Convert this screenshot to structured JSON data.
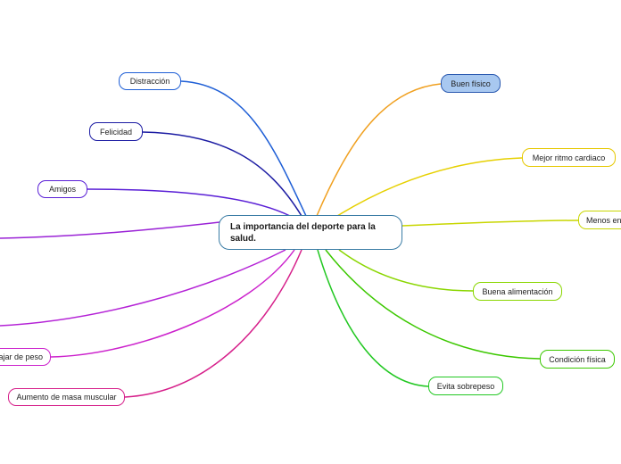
{
  "center": {
    "label": "La importancia del deporte para la salud."
  },
  "nodes": [
    {
      "key": "distraccion",
      "label": "Distracción",
      "color": "#1f5fd6",
      "fill": "#ffffff"
    },
    {
      "key": "felicidad",
      "label": "Felicidad",
      "color": "#1c1ca3",
      "fill": "#ffffff"
    },
    {
      "key": "amigos",
      "label": "Amigos",
      "color": "#5a1fd6",
      "fill": "#ffffff"
    },
    {
      "key": "bajar-de-peso",
      "label": "ajar de peso",
      "color": "#cc22cc",
      "fill": "#ffffff"
    },
    {
      "key": "aumento-masa-muscular",
      "label": "Aumento de masa muscular",
      "color": "#d61f8a",
      "fill": "#ffffff"
    },
    {
      "key": "buen-fisico",
      "label": "Buen físico",
      "color": "#2b5ab0",
      "fill": "#a8c8f0"
    },
    {
      "key": "mejor-ritmo-cardiaco",
      "label": "Mejor ritmo cardiaco",
      "color": "#e6c800",
      "fill": "#ffffff"
    },
    {
      "key": "menos-en",
      "label": "Menos en",
      "color": "#c8d600",
      "fill": "#ffffff"
    },
    {
      "key": "buena-alimentacion",
      "label": "Buena alimentación",
      "color": "#8ad600",
      "fill": "#ffffff"
    },
    {
      "key": "condicion-fisica",
      "label": "Condición física",
      "color": "#3cc800",
      "fill": "#ffffff"
    },
    {
      "key": "evita-sobrepeso",
      "label": "Evita sobrepeso",
      "color": "#22c822",
      "fill": "#ffffff"
    }
  ]
}
